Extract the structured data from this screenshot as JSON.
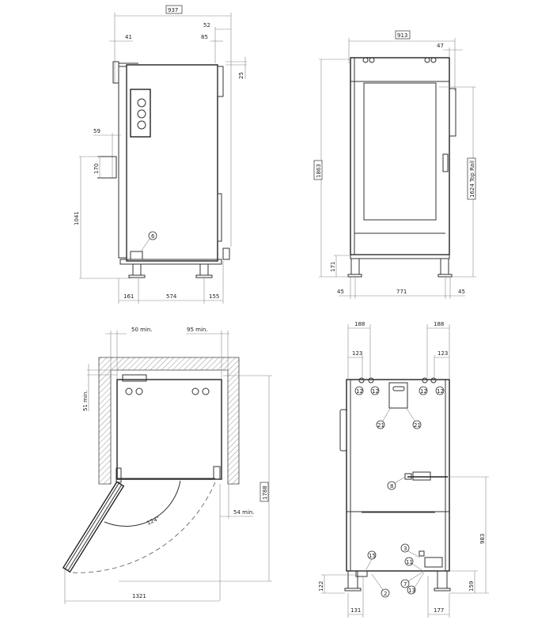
{
  "side_view": {
    "overall_depth": "937",
    "dims": {
      "d52": "52",
      "d41": "41",
      "d85": "85",
      "d25": "25",
      "d59": "59",
      "d170": "170",
      "d1041": "1041",
      "d161": "161",
      "d574": "574",
      "d155": "155"
    },
    "callout": "6"
  },
  "front_view": {
    "overall_width": "913",
    "overall_height": "1863",
    "top_rail": "1624 Top Rail",
    "dims": {
      "d47": "47",
      "d171": "171",
      "d45a": "45",
      "d771": "771",
      "d45b": "45"
    }
  },
  "plan_view": {
    "clear_left": "50 min.",
    "clear_right": "95 min.",
    "clear_rear": "51 min.",
    "clear_door": "54 min.",
    "depth_open": "1788",
    "door_angle": "124°",
    "width_open": "1321"
  },
  "rear_view": {
    "dims": {
      "d188a": "188",
      "d188b": "188",
      "d123a": "123",
      "d123b": "123",
      "d983": "983",
      "d122": "122",
      "d159": "159",
      "d131": "131",
      "d177": "177"
    },
    "callouts": {
      "c12a": "12",
      "c12b": "12",
      "c12c": "12",
      "c12d": "12",
      "c21a": "21",
      "c21b": "21",
      "c8": "8",
      "c3": "3",
      "c15": "15",
      "c11": "11",
      "c7": "7",
      "c13": "13",
      "c2": "2"
    }
  }
}
